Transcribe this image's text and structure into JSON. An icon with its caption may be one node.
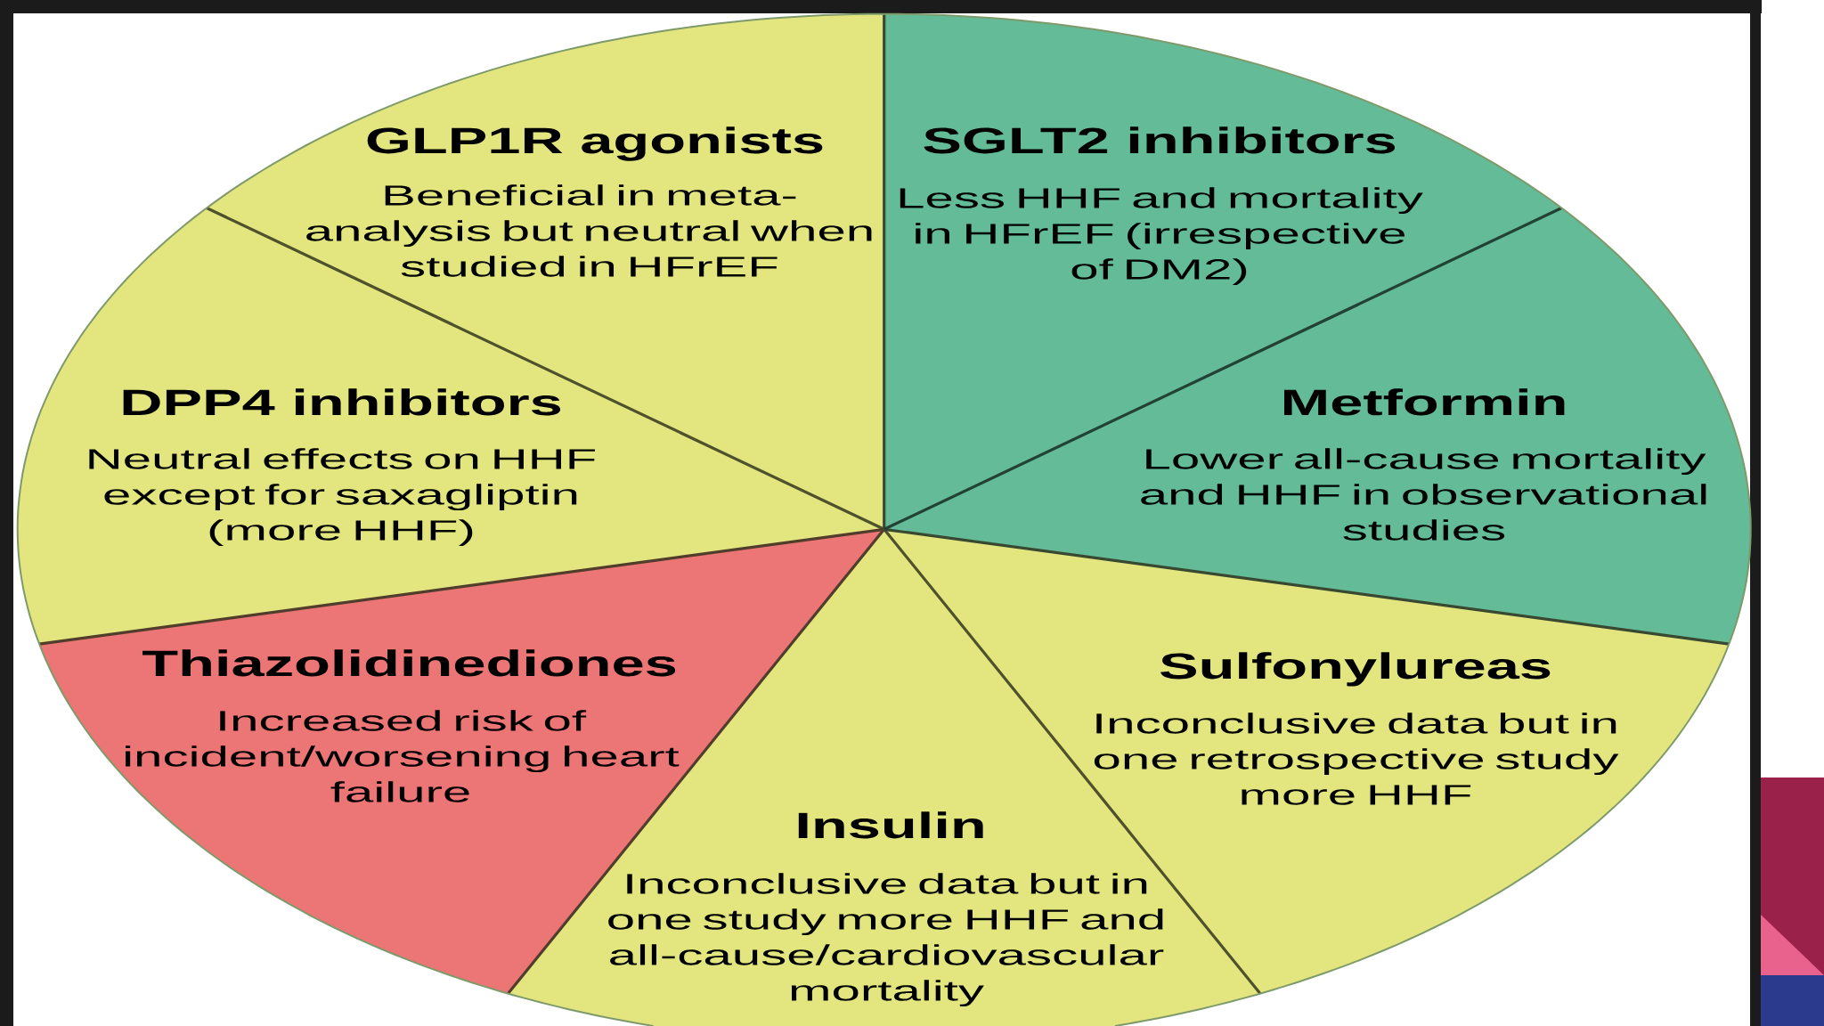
{
  "diagram": {
    "nodes": [
      {
        "text": [
          "GLP1R agonists",
          "Beneficial in meta-analysis but neutral when studied in HFrEF"
        ]
      },
      {
        "text": [
          "SGLT2 inhibitors",
          "Less HHF and mortality in HFrEF (irrespective of DM2)"
        ]
      },
      {
        "text": [
          "DPP4 inhibitors",
          "Neutral effects on HHF except for saxagliptin (more HHF)"
        ]
      },
      {
        "text": [
          "Metformin",
          "Lower all-cause mortality and HHF in observational studies"
        ]
      },
      {
        "text": [
          "Thiazolidinediones",
          "Increased risk of incident/worsening heart failure"
        ]
      },
      {
        "text": [
          "Sulfonylureas",
          "Inconclusive data but in one retrospective study more HHF"
        ]
      },
      {
        "text": [
          "Insulin",
          "Inconclusive data but in one study more HHF and all-cause/cardiovascular mortality"
        ]
      }
    ]
  }
}
